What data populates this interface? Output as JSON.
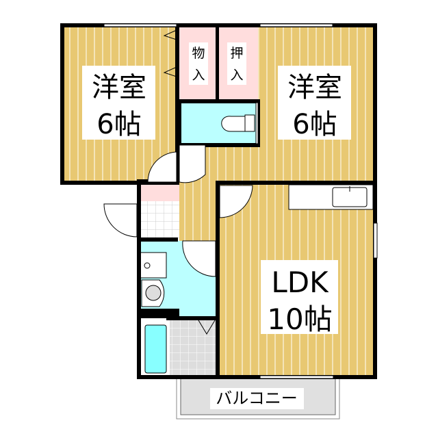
{
  "rooms": {
    "west_bedroom": {
      "name": "洋室",
      "size": "6帖"
    },
    "east_bedroom": {
      "name": "洋室",
      "size": "6帖"
    },
    "storage": {
      "line1": "物",
      "line2": "入"
    },
    "closet": {
      "line1": "押",
      "line2": "入"
    },
    "ldk": {
      "name": "LDK",
      "size": "10帖"
    },
    "balcony": {
      "name": "バルコニー"
    }
  },
  "colors": {
    "floor": "#E8C872",
    "closet": "#FFDDDD",
    "wet_area": "#BBFFFF",
    "tub": "#88FFFF",
    "tile": "#DDDDDD",
    "balcony": "#E0E0E0",
    "wall": "#000000"
  }
}
